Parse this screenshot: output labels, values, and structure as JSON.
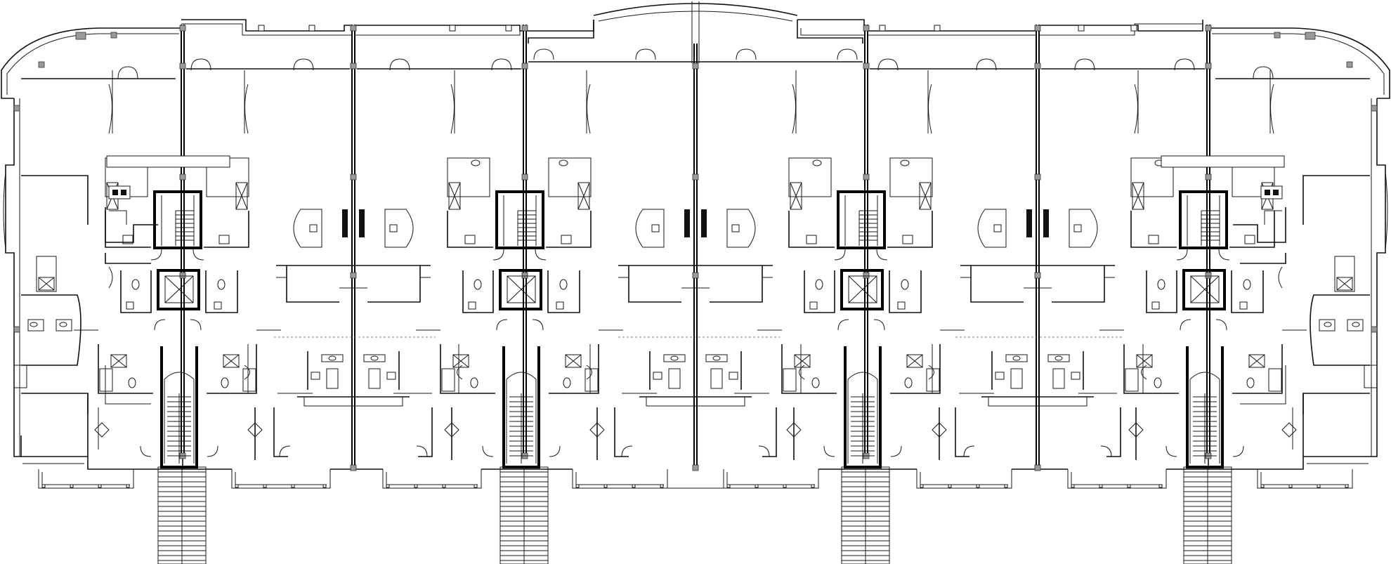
{
  "drawing": {
    "bay_count": 8,
    "stair_count": 4,
    "elevator_count": 4,
    "colors": {
      "line": "#1a1a1a",
      "wall": "#000000",
      "background": "#ffffff",
      "column": "#9a9a9a"
    }
  }
}
